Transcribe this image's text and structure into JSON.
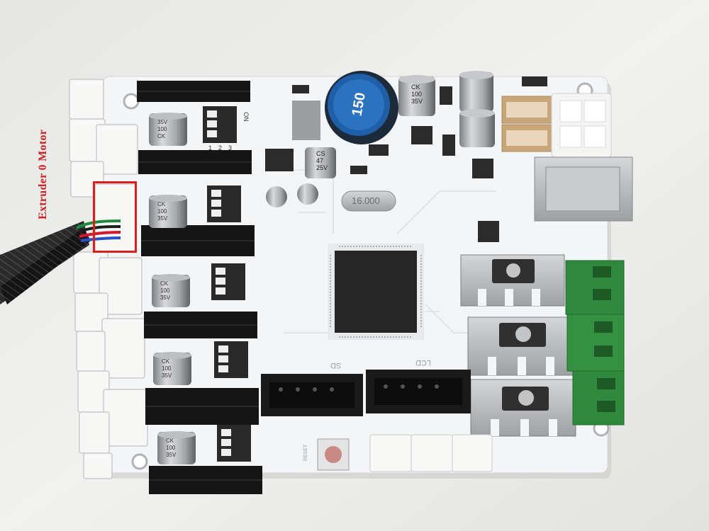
{
  "image": {
    "subject": "3D printer controller board photograph",
    "background_color": "#ececea",
    "board_color": "#f4f5f7"
  },
  "annotation": {
    "label": "Extruder 0 Motor",
    "color": "#dd1e1e"
  },
  "board_markings": {
    "inductor": "150",
    "crystal": "16.000",
    "cap_large": [
      "CK",
      "100",
      "35V"
    ],
    "cap_small": [
      "CS",
      "47",
      "25V"
    ],
    "stepper_caps": [
      [
        "35V",
        "100",
        "CK"
      ],
      [
        "CK",
        "100",
        "35V"
      ],
      [
        "CK",
        "100",
        "35V"
      ],
      [
        "CK",
        "100",
        "35V"
      ],
      [
        "CK",
        "100",
        "35V"
      ]
    ],
    "dip_on": "ON",
    "dip_numbers": [
      "1",
      "2",
      "3"
    ],
    "sd_label": "SD",
    "lcd_label": "LCD",
    "reset_label": "RESET"
  }
}
